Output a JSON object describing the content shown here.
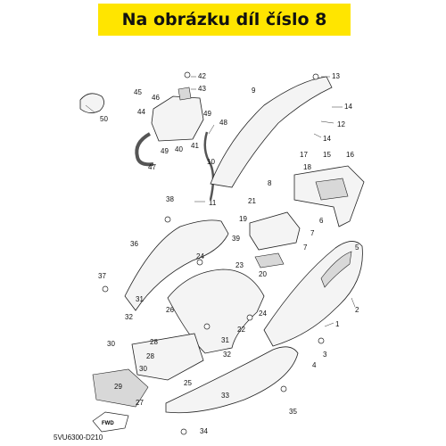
{
  "banner": {
    "text": "Na obrázku díl číslo 8",
    "background": "#ffe500"
  },
  "diagram": {
    "code": "5VU6300-D210",
    "fwd_text": "FWD",
    "callouts": [
      "1",
      "2",
      "3",
      "4",
      "5",
      "6",
      "7",
      "8",
      "9",
      "10",
      "11",
      "12",
      "13",
      "14",
      "15",
      "16",
      "17",
      "18",
      "19",
      "20",
      "21",
      "22",
      "23",
      "24",
      "25",
      "26",
      "27",
      "28",
      "29",
      "30",
      "31",
      "32",
      "33",
      "34",
      "35",
      "36",
      "37",
      "38",
      "39",
      "40",
      "41",
      "42",
      "43",
      "44",
      "45",
      "46",
      "47",
      "48",
      "49",
      "50"
    ]
  }
}
